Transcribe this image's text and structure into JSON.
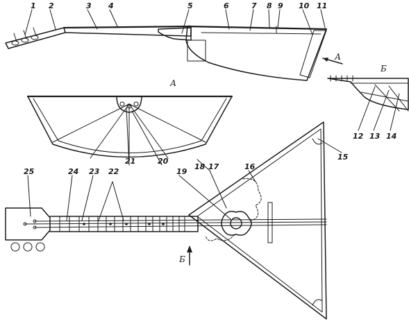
{
  "callouts": [
    "1",
    "2",
    "3",
    "4",
    "5",
    "6",
    "7",
    "8",
    "9",
    "10",
    "11",
    "12",
    "13",
    "14",
    "15",
    "16",
    "17",
    "18",
    "19",
    "20",
    "21",
    "22",
    "23",
    "24",
    "25"
  ],
  "view_labels": {
    "view_a_arrow": "А",
    "view_a_title": "А",
    "view_b_arrow": "Б",
    "view_b_title": "Б"
  },
  "colors": {
    "ink": "#1a1a1a",
    "hatch": "#6b6b6b",
    "paper": "#ffffff"
  }
}
